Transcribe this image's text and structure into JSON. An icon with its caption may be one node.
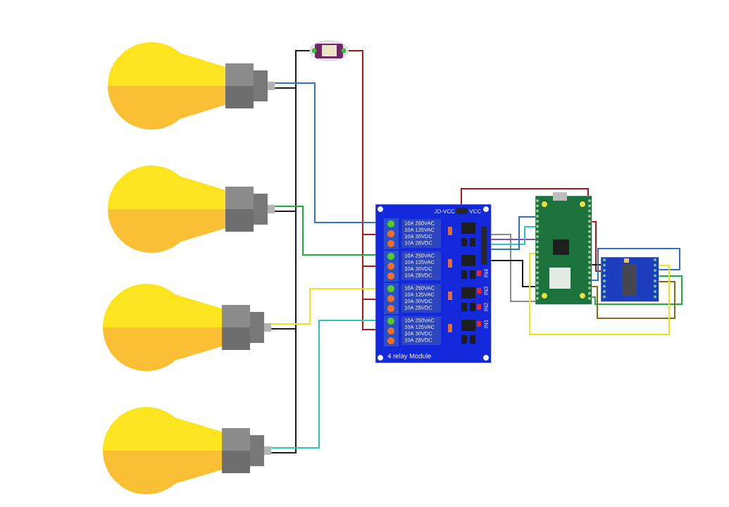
{
  "diagram": {
    "nodes": [
      {
        "text": [],
        "shape": "picture"
      },
      {
        "text": [],
        "shape": "picture"
      },
      {
        "text": [],
        "shape": "picture"
      },
      {
        "text": [],
        "shape": "picture"
      },
      {
        "text": [],
        "shape": "picture"
      },
      {
        "text": [
          "4 relay Module"
        ]
      },
      {
        "text": [],
        "shape": "picture"
      },
      {
        "text": [],
        "shape": "picture"
      }
    ],
    "edges": [
      {
        "from": 0,
        "to": 4,
        "arrow": "none",
        "color": "#1a1a1a"
      },
      {
        "from": 1,
        "to": 4,
        "arrow": "none",
        "color": "#1a1a1a"
      },
      {
        "from": 2,
        "to": 4,
        "arrow": "none",
        "color": "#1a1a1a"
      },
      {
        "from": 3,
        "to": 4,
        "arrow": "none",
        "color": "#1a1a1a"
      },
      {
        "from": 4,
        "to": 5,
        "arrow": "none",
        "color": "#b01515"
      },
      {
        "from": 0,
        "to": 5,
        "arrow": "none",
        "color": "#2f72c4"
      },
      {
        "from": 1,
        "to": 5,
        "arrow": "none",
        "color": "#1faa3c"
      },
      {
        "from": 2,
        "to": 5,
        "arrow": "none",
        "color": "#f0e21c"
      },
      {
        "from": 3,
        "to": 5,
        "arrow": "none",
        "color": "#2cc6c8"
      },
      {
        "from": 5,
        "to": 6,
        "arrow": "none",
        "color": "#b01515"
      },
      {
        "from": 5,
        "to": 6,
        "arrow": "none",
        "color": "#8c8c8c"
      },
      {
        "from": 5,
        "to": 6,
        "arrow": "none",
        "color": "#8e4fa0"
      },
      {
        "from": 5,
        "to": 6,
        "arrow": "none",
        "color": "#2cc6c8"
      },
      {
        "from": 5,
        "to": 6,
        "arrow": "none",
        "color": "#2f72c4"
      },
      {
        "from": 5,
        "to": 6,
        "arrow": "none",
        "color": "#1a1a1a"
      },
      {
        "from": 6,
        "to": 7,
        "arrow": "none",
        "color": "#b01515"
      },
      {
        "from": 6,
        "to": 7,
        "arrow": "none",
        "color": "#1a1a1a"
      },
      {
        "from": 6,
        "to": 7,
        "arrow": "none",
        "color": "#2f72c4"
      },
      {
        "from": 6,
        "to": 7,
        "arrow": "none",
        "color": "#1faa3c"
      },
      {
        "from": 6,
        "to": 7,
        "arrow": "none",
        "color": "#8b6914"
      },
      {
        "from": 6,
        "to": 7,
        "arrow": "none",
        "color": "#f0e21c"
      }
    ],
    "labels": [
      "JD-VCC",
      "VCC",
      "IN4",
      "IN3",
      "IN2",
      "IN1",
      "10A 250VAC",
      "10A 125VAC",
      "10A 30VDC",
      "10A 28VDC",
      "10A 250VAC",
      "10A 125VAC",
      "10A 30VDC",
      "10A 28VDC",
      "10A 250VAC",
      "10A 125VAC",
      "10A 30VDC",
      "10A 28VDC",
      "10A 250VAC",
      "10A 125VAC",
      "10A 30VDC",
      "10A 28VDC"
    ]
  }
}
